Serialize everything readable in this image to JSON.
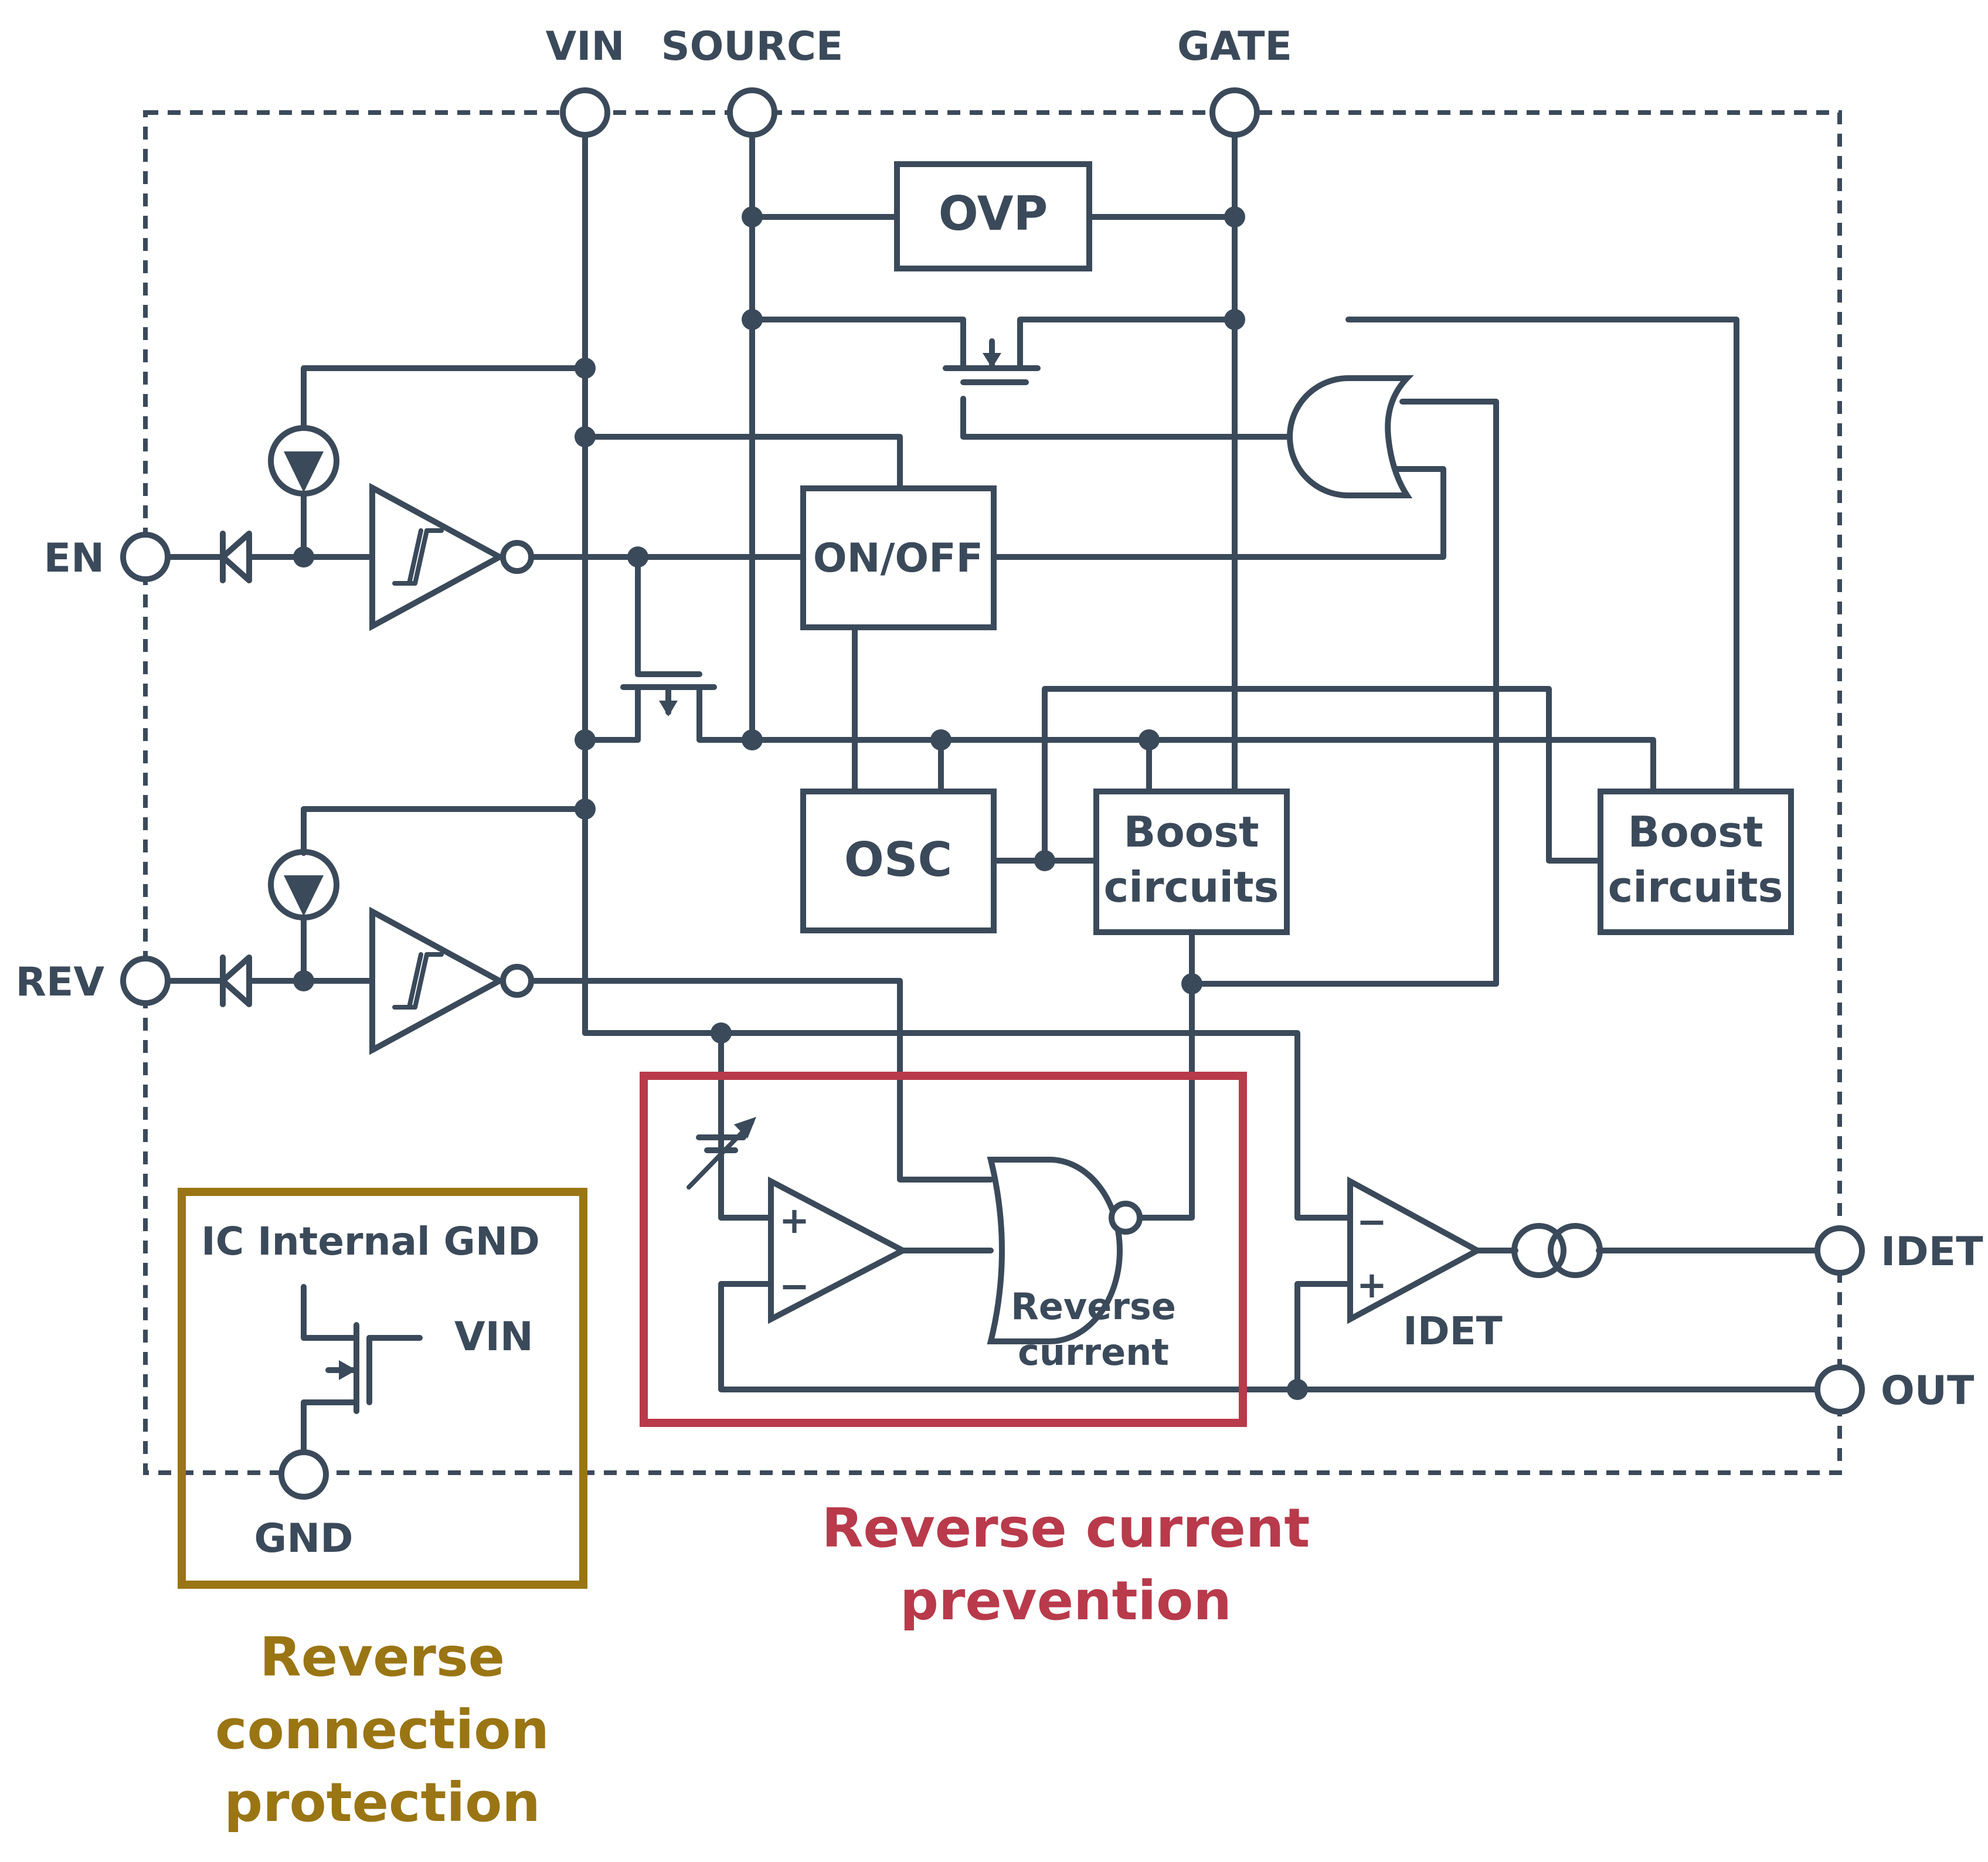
{
  "pins": {
    "vin": "VIN",
    "source": "SOURCE",
    "gate": "GATE",
    "en": "EN",
    "rev": "REV",
    "idet": "IDET",
    "out": "OUT",
    "gnd": "GND"
  },
  "blocks": {
    "ovp": "OVP",
    "on_off": "ON/OFF",
    "osc": "OSC",
    "boost1": [
      "Boost",
      "circuits"
    ],
    "boost2": [
      "Boost",
      "circuits"
    ],
    "idet_amp": "IDET",
    "reverse_gate": [
      "Reverse",
      "current"
    ]
  },
  "comparator": {
    "plus": "+",
    "minus": "−"
  },
  "inset": {
    "title": "IC Internal GND",
    "vin_label": "VIN"
  },
  "callouts": {
    "reverse_current_prevention": [
      "Reverse current",
      "prevention"
    ],
    "reverse_connection_protection": [
      "Reverse",
      "connection",
      "protection"
    ]
  },
  "colors": {
    "wire": "#3b4a5a",
    "reverse_current_box": "#b83a4b",
    "reverse_connection_box": "#9a7514"
  }
}
